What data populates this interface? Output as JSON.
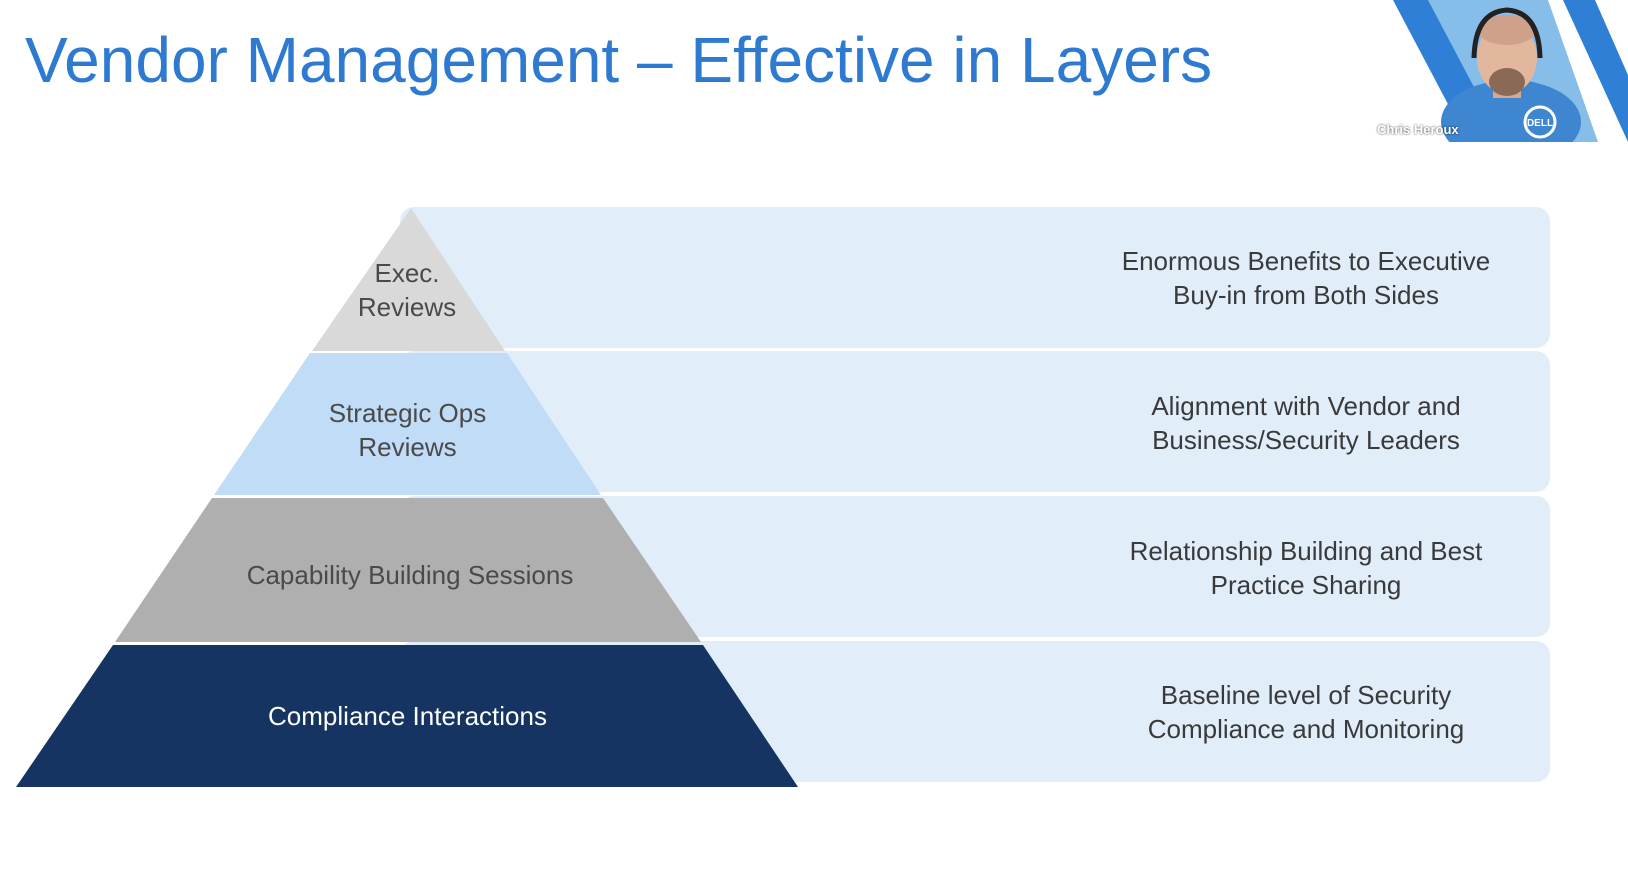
{
  "title": "Vendor Management – Effective in Layers",
  "video": {
    "participant_name": "Chris Heroux",
    "shirt_logo": "DELL"
  },
  "pyramid": {
    "layers": [
      {
        "label": "Exec.\nReviews",
        "description": "Enormous Benefits to Executive\nBuy-in from Both Sides",
        "color": "#d9d9d9"
      },
      {
        "label": "Strategic Ops\nReviews",
        "description": "Alignment with Vendor and\nBusiness/Security Leaders",
        "color": "#c0dcf7"
      },
      {
        "label": "Capability Building Sessions",
        "description": "Relationship Building and Best\nPractice Sharing",
        "color": "#afafaf"
      },
      {
        "label": "Compliance Interactions",
        "description": "Baseline level of Security\nCompliance and Monitoring",
        "color": "#163462"
      }
    ]
  },
  "colors": {
    "title": "#2e7ad0",
    "band": "#e1eefa"
  }
}
